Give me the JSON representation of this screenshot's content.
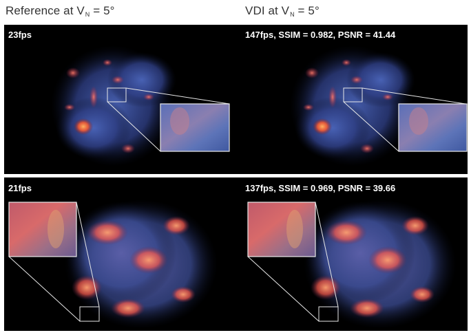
{
  "headers": {
    "left": {
      "prefix": "Reference at V",
      "subscript": "N",
      "suffix": " = 5°"
    },
    "right": {
      "prefix": "VDI at V",
      "subscript": "N",
      "suffix": " = 5°"
    }
  },
  "panels": {
    "top": {
      "left_stats": "23fps",
      "right_stats": "147fps, SSIM = 0.982, PSNR = 41.44"
    },
    "bottom": {
      "left_stats": "21fps",
      "right_stats": "137fps, SSIM = 0.969, PSNR = 39.66"
    }
  },
  "colors": {
    "background": "#000000",
    "volume_blue": "#3a4f9a",
    "volume_orange": "#ff6a3a",
    "zoom_box": "#e8e8e8"
  }
}
